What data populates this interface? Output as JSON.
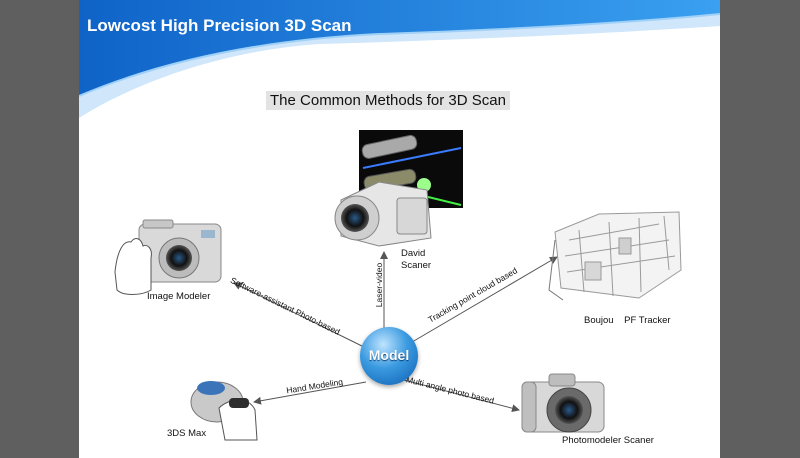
{
  "header": {
    "title": "Lowcost High Precision 3D Scan"
  },
  "diagram": {
    "subtitle": "The Common Methods for 3D Scan",
    "center": {
      "label": "Model"
    },
    "nodes": {
      "image_modeler": "Image Modeler",
      "david_scaner": "David\nScaner",
      "boujou_tracker": "Boujou    PF Tracker",
      "photomodeler": "Photomodeler Scaner",
      "max3ds": "3DS Max"
    },
    "edges": {
      "software_assistant": "Software-assistant  Photo-based",
      "laser_video": "Laser-video",
      "tracking_point": "Tracking point cloud based",
      "hand_modeling": "Hand Modeling",
      "multi_angle": "Multi angle photo based"
    }
  },
  "colors": {
    "frame": "#5f5f5f",
    "accent_blue": "#1a74d6",
    "light_blue": "#cfe6fb"
  }
}
